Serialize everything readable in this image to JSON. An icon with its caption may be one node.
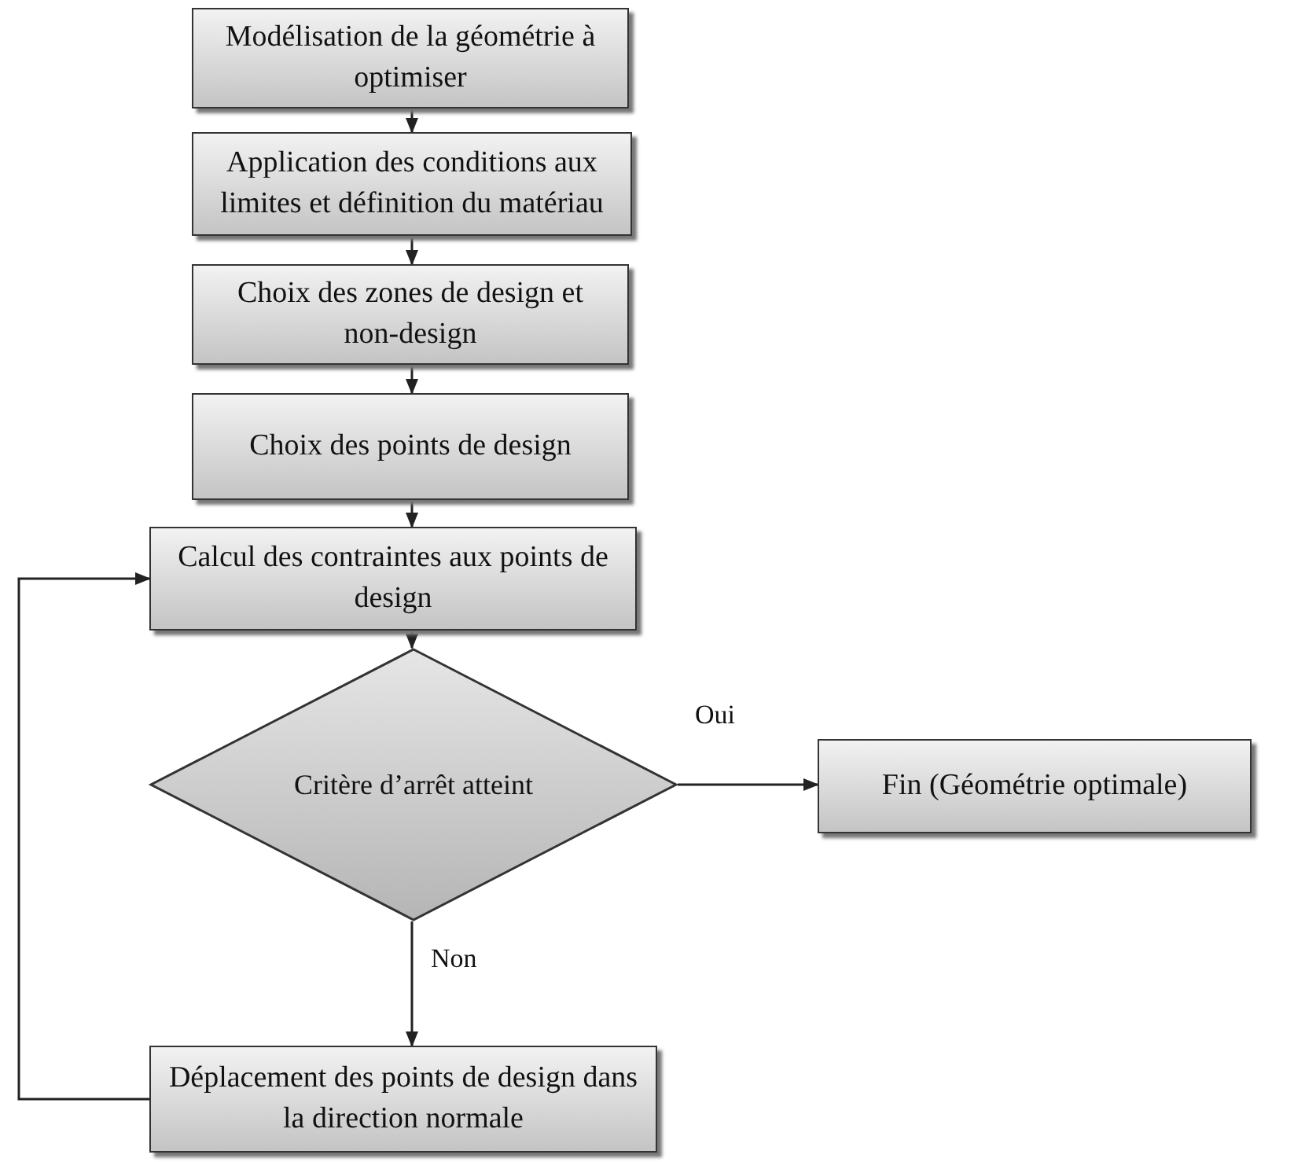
{
  "diagram": {
    "nodes": [
      {
        "text": [
          "Modélisation de la géométrie à optimiser"
        ]
      },
      {
        "text": [
          "Application des conditions aux limites et définition du matériau"
        ]
      },
      {
        "text": [
          "Choix des zones de design et non-design"
        ]
      },
      {
        "text": [
          "Choix des points de design"
        ]
      },
      {
        "text": [
          "Calcul des contraintes aux points de design"
        ]
      },
      {
        "text": [
          "Critère d’arrêt atteint"
        ]
      },
      {
        "text": [
          "Fin (Géométrie optimale)"
        ]
      },
      {
        "text": [
          "Déplacement des points de design dans la direction normale"
        ]
      }
    ],
    "edges": [
      {
        "from": 0,
        "to": 1,
        "arrow": "to"
      },
      {
        "from": 1,
        "to": 2,
        "arrow": "to"
      },
      {
        "from": 2,
        "to": 3,
        "arrow": "to"
      },
      {
        "from": 3,
        "to": 4,
        "arrow": "to"
      },
      {
        "from": 4,
        "to": 5,
        "arrow": "to"
      },
      {
        "from": 5,
        "to": 6,
        "arrow": "to",
        "label": "Oui"
      },
      {
        "from": 5,
        "to": 7,
        "arrow": "to",
        "label": "Non"
      },
      {
        "from": 7,
        "to": 4,
        "arrow": "to"
      }
    ]
  }
}
